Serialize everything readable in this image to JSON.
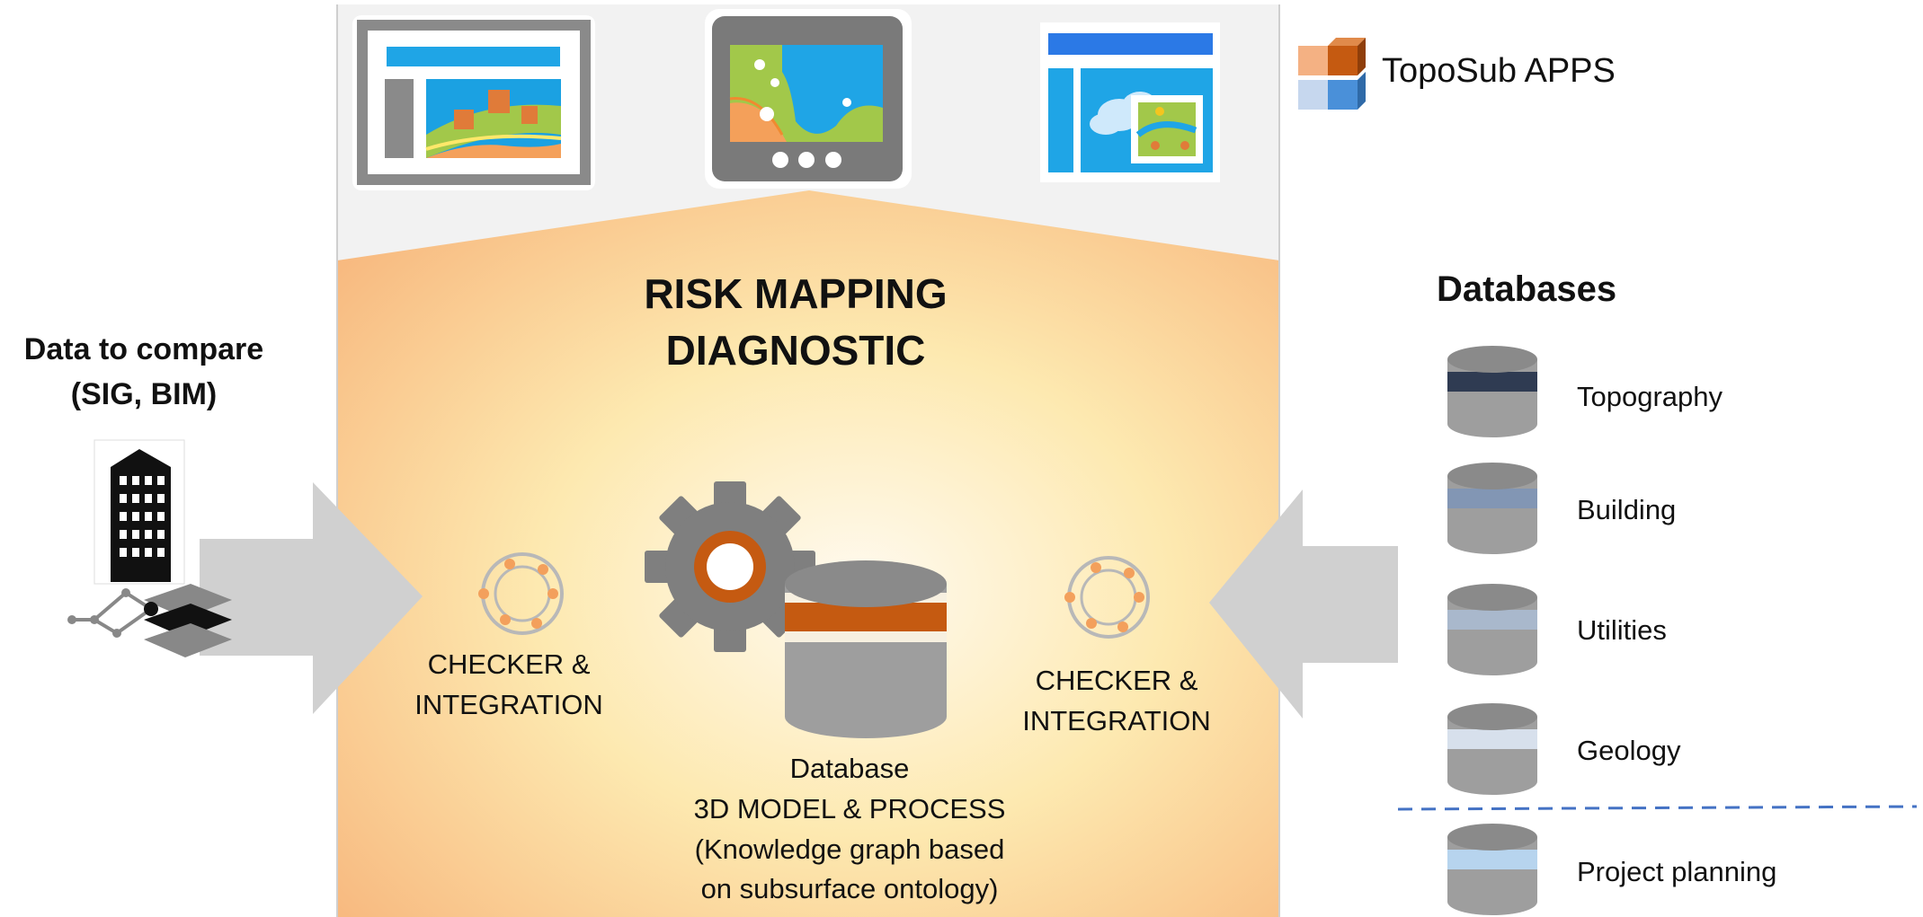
{
  "apps_title": "TopoSub APPS",
  "central": {
    "title_line1": "RISK MAPPING",
    "title_line2": "DIAGNOSTIC",
    "db_line1": "Database",
    "db_line2": "3D MODEL & PROCESS",
    "db_line3": "(Knowledge graph based",
    "db_line4": "on subsurface ontology)"
  },
  "checker_left": {
    "line1": "CHECKER &",
    "line2": "INTEGRATION"
  },
  "checker_right": {
    "line1": "CHECKER &",
    "line2": "INTEGRATION"
  },
  "left_panel": {
    "title_line1": "Data to compare",
    "title_line2": "(SIG, BIM)"
  },
  "databases": {
    "title": "Databases",
    "items": [
      {
        "label": "Topography",
        "band_color": "#2f3b52"
      },
      {
        "label": "Building",
        "band_color": "#8296b4"
      },
      {
        "label": "Utilities",
        "band_color": "#a9b8cc"
      },
      {
        "label": "Geology",
        "band_color": "#d7e0ec"
      },
      {
        "label": "Project planning",
        "band_color": "#b7d4ee"
      }
    ]
  },
  "colors": {
    "accent_orange": "#c55a11",
    "divider_blue": "#4472c4",
    "arrow_gray": "#d0d0d0"
  }
}
